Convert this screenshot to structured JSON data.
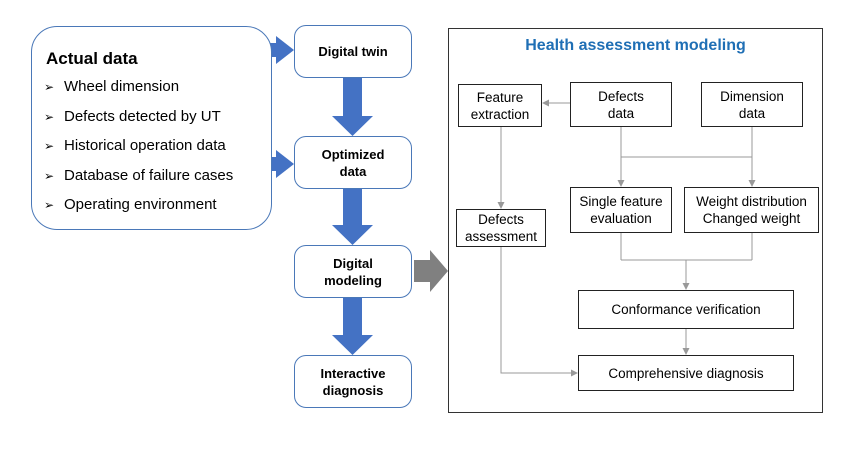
{
  "actual_data": {
    "title": "Actual data",
    "items": [
      "Wheel dimension",
      "Defects detected by UT",
      "Historical operation data",
      "Database of failure cases",
      "Operating environment"
    ],
    "bullet_glyph": "➢"
  },
  "pipeline": {
    "digital_twin": "Digital twin",
    "optimized_data": [
      "Optimized",
      "data"
    ],
    "digital_modeling": [
      "Digital",
      "modeling"
    ],
    "interactive_diagnosis": [
      "Interactive",
      "diagnosis"
    ]
  },
  "health": {
    "title": "Health assessment modeling",
    "feature_extraction": [
      "Feature",
      "extraction"
    ],
    "defects_data": [
      "Defects",
      "data"
    ],
    "dimension_data": [
      "Dimension",
      "data"
    ],
    "defects_assessment": [
      "Defects",
      "assessment"
    ],
    "single_feature_evaluation": [
      "Single feature",
      "evaluation"
    ],
    "weight_distribution": [
      "Weight distribution",
      "Changed weight"
    ],
    "conformance_verification": "Conformance verification",
    "comprehensive_diagnosis": "Comprehensive diagnosis"
  },
  "colors": {
    "blue_arrow": "#4472c4",
    "box_border": "#4a78b8",
    "title_blue": "#1f6fb5",
    "gray_arrow": "#808080",
    "connector": "#999999"
  }
}
